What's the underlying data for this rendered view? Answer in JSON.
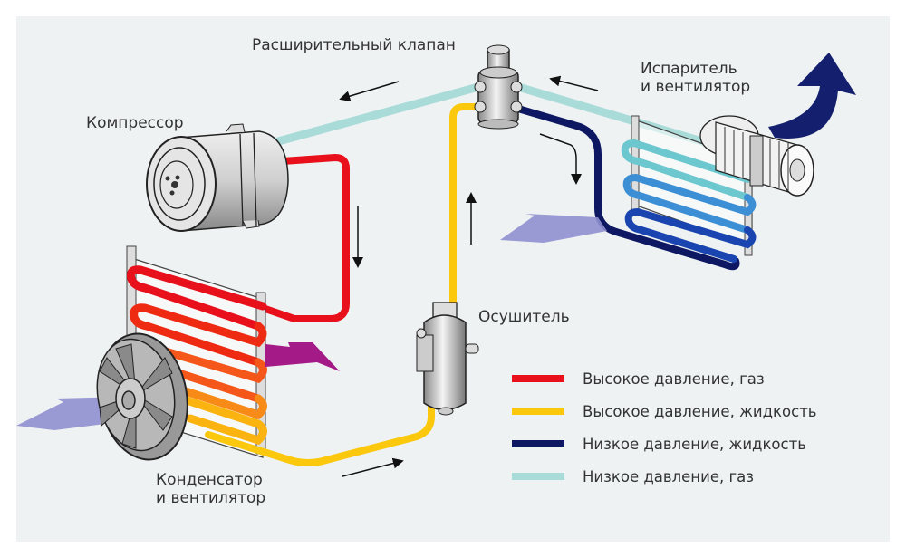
{
  "labels": {
    "expansion_valve": "Расширительный клапан",
    "compressor": "Компрессор",
    "evaporator": [
      "Испаритель",
      "и вентилятор"
    ],
    "dryer": "Осушитель",
    "condenser": [
      "Конденсатор",
      "и вентилятор"
    ]
  },
  "legend": [
    {
      "label": "Высокое давление, газ",
      "color": "#e8101a"
    },
    {
      "label": "Высокое давление, жидкость",
      "color": "#fbc80e"
    },
    {
      "label": "Низкое давление, жидкость",
      "color": "#0e1862"
    },
    {
      "label": "Низкое давление, газ",
      "color": "#a9dbd9"
    }
  ],
  "colors": {
    "high_gas": "#e8101a",
    "high_liquid": "#fbc80e",
    "low_liquid": "#0e1862",
    "low_gas": "#a9dbd9",
    "airflow_in": "#8f8fd0",
    "airflow_hot": "#a41a86",
    "airflow_cold": "#14206e"
  },
  "components": [
    {
      "name": "compressor",
      "icon": "compressor-icon"
    },
    {
      "name": "condenser",
      "icon": "condenser-icon"
    },
    {
      "name": "condenser-fan",
      "icon": "fan-icon"
    },
    {
      "name": "dryer",
      "icon": "dryer-icon"
    },
    {
      "name": "expansion-valve",
      "icon": "valve-icon"
    },
    {
      "name": "evaporator",
      "icon": "evaporator-icon"
    },
    {
      "name": "blower",
      "icon": "blower-icon"
    }
  ]
}
